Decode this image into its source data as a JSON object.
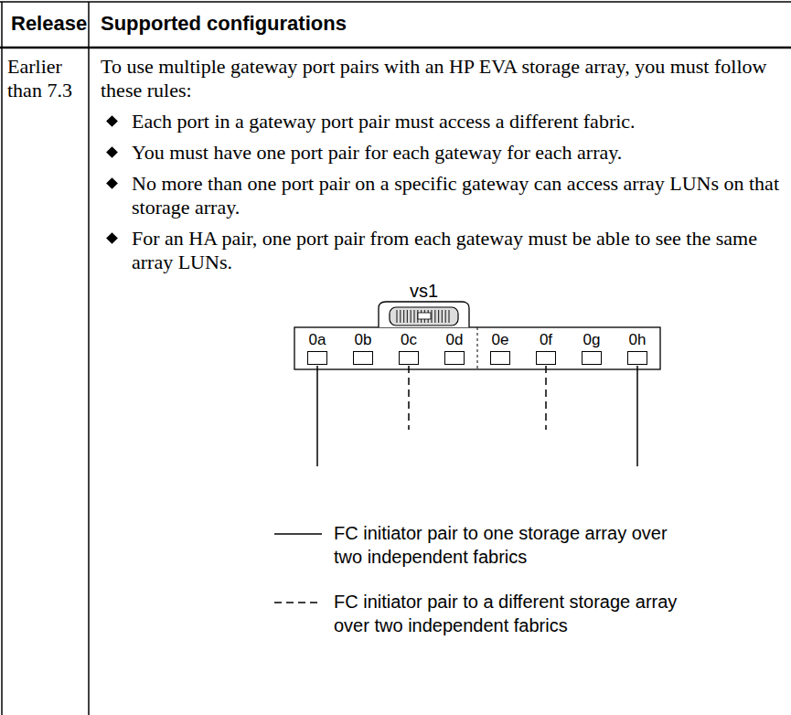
{
  "diagram": {
    "nodes": [
      {
        "text": [
          "vs1"
        ]
      },
      {
        "text": [
          "0a"
        ]
      },
      {
        "text": [
          "0b"
        ]
      },
      {
        "text": [
          "0c"
        ]
      },
      {
        "text": [
          "0d"
        ]
      },
      {
        "text": [
          "0e"
        ]
      },
      {
        "text": [
          "0f"
        ]
      },
      {
        "text": [
          "0g"
        ]
      },
      {
        "text": [
          "0h"
        ]
      }
    ],
    "labels": [
      "Release",
      "Supported configurations",
      "Earlier than 7.3",
      "To use multiple gateway port pairs with an HP EVA storage array, you must follow these rules:",
      "Each port in a gateway port pair must access a different fabric.",
      "You must have one port pair for each gateway for each array.",
      "No more than one port pair on a specific gateway can access array LUNs on that storage array.",
      "For an HA pair, one port pair from each gateway must be able to see the same array LUNs."
    ],
    "legend": [
      {
        "text": "FC initiator pair to one storage array over two independent fabrics"
      },
      {
        "text": "FC initiator pair to a different storage array over two independent fabrics"
      }
    ]
  }
}
